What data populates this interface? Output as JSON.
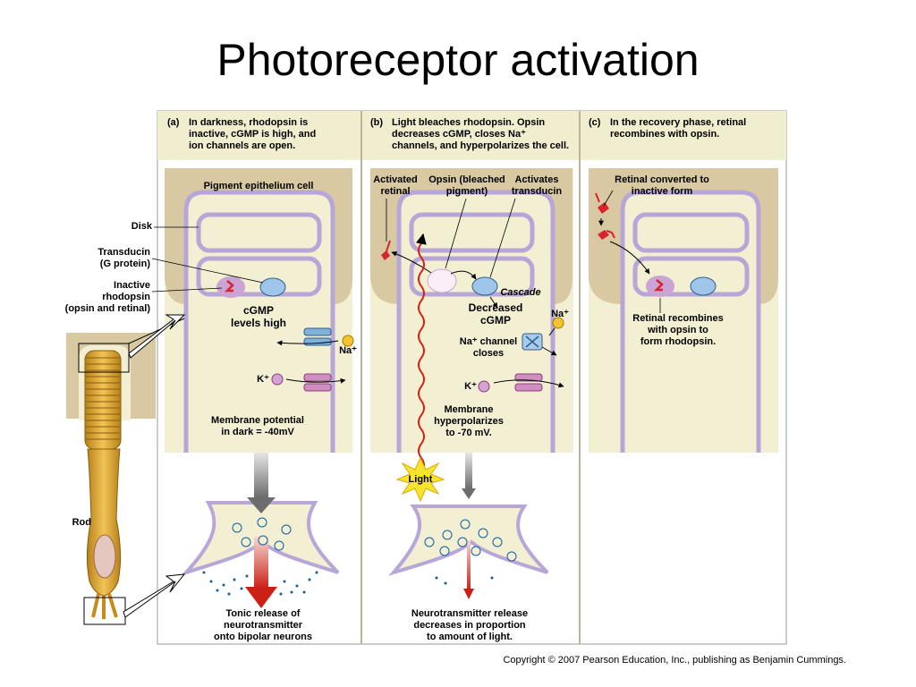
{
  "title": "Photoreceptor activation",
  "panels": {
    "a": {
      "tag": "(a)",
      "heading": [
        "In darkness, rhodopsin is",
        "inactive, cGMP is high, and",
        "ion channels are open."
      ],
      "pigment_cell": "Pigment epithelium cell",
      "cgmp": [
        "cGMP",
        "levels high"
      ],
      "na": "Na⁺",
      "k": "K⁺",
      "membrane": [
        "Membrane potential",
        "in dark = -40mV"
      ],
      "release": [
        "Tonic release of",
        "neurotransmitter",
        "onto bipolar neurons"
      ]
    },
    "b": {
      "tag": "(b)",
      "heading": [
        "Light bleaches rhodopsin. Opsin",
        "decreases cGMP, closes Na⁺",
        "channels, and hyperpolarizes the cell."
      ],
      "activated_retinal": [
        "Activated",
        "retinal"
      ],
      "opsin": [
        "Opsin (bleached",
        "pigment)"
      ],
      "activates": [
        "Activates",
        "transducin"
      ],
      "cascade": "Cascade",
      "decreased": [
        "Decreased",
        "cGMP"
      ],
      "na": "Na⁺",
      "na_channel": [
        "Na⁺ channel",
        "closes"
      ],
      "k": "K⁺",
      "membrane": [
        "Membrane",
        "hyperpolarizes",
        "to -70 mV."
      ],
      "light": "Light",
      "release": [
        "Neurotransmitter release",
        "decreases in proportion",
        "to amount of light."
      ]
    },
    "c": {
      "tag": "(c)",
      "heading": [
        "In the recovery phase, retinal",
        "recombines with opsin."
      ],
      "converted": [
        "Retinal converted to",
        "inactive form"
      ],
      "recombines": [
        "Retinal recombines",
        "with opsin to",
        "form rhodopsin."
      ]
    }
  },
  "side_labels": {
    "disk": "Disk",
    "transducin": [
      "Transducin",
      "(G protein)"
    ],
    "inactive": [
      "Inactive",
      "rhodopsin",
      "(opsin and retinal)"
    ],
    "rod": "Rod"
  },
  "copyright": "Copyright © 2007 Pearson Education, Inc., publishing as Benjamin Cummings.",
  "colors": {
    "panel_bg": "#f3efd3",
    "pigment": "#d9c8a3",
    "membrane": "#b7a6d8",
    "transducin": "#9fc6ea",
    "rhodopsin": "#c9a4d4",
    "retinal": "#d9232e",
    "cgmp_blue": "#0b5fa6",
    "gray_arrow": "#8c8c8c",
    "red_arrow": "#d2231b",
    "rod_gold": "#e2a82c"
  }
}
